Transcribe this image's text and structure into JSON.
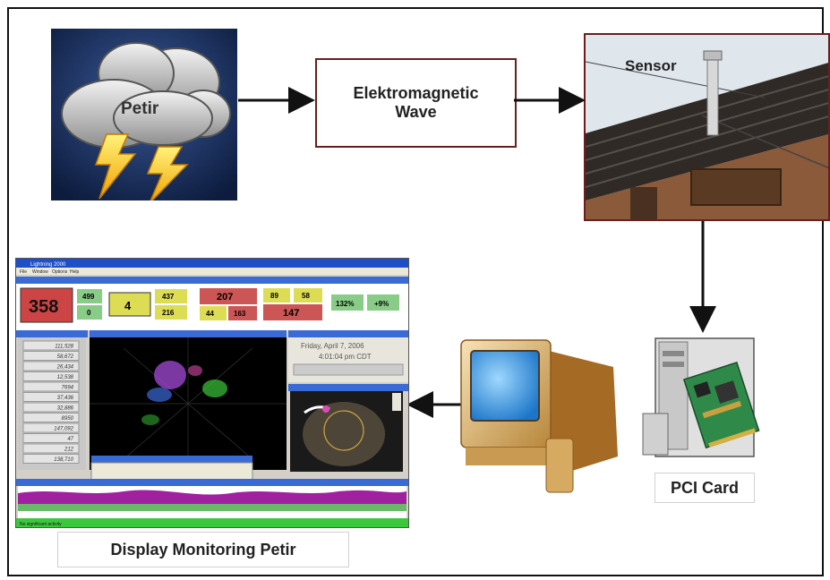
{
  "nodes": {
    "petir": "Petir",
    "wave_line1": "Elektromagnetic",
    "wave_line2": "Wave",
    "sensor": "Sensor",
    "pci": "PCI Card",
    "display": "Display Monitoring Petir"
  },
  "monitor": {
    "app_title": "Lightning 2000",
    "menu": [
      "File",
      "Window",
      "Options",
      "Help"
    ],
    "stats": {
      "big": "358",
      "pair1": [
        "499",
        "0"
      ],
      "mid": "4",
      "pair2": [
        "437",
        "216"
      ],
      "group1_top": "207",
      "group1_a": "44",
      "group1_b": "163",
      "group2_a": "89",
      "group2_b": "58",
      "group2_c": "147",
      "pct1": "132%",
      "pct2": "+9%"
    },
    "list_values": [
      "111,528",
      "58,672",
      "26,434",
      "12,538",
      "7694",
      "37,436",
      "32,886",
      "8950",
      "147,092",
      "47",
      "212",
      "138,710"
    ],
    "date_line1": "Friday, April 7, 2006",
    "date_line2": "4:01:04 pm CDT",
    "status": "No significant activity"
  },
  "colors": {
    "frame": "#111111",
    "box_border": "#6b1e1e",
    "arrow": "#111111"
  }
}
